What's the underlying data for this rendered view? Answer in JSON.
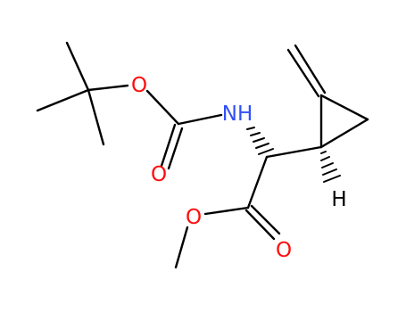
{
  "molecule": {
    "atoms": [
      {
        "id": "O_ether_boc",
        "symbol": "O",
        "color": "#ff0d0d"
      },
      {
        "id": "N_amide",
        "symbol": "NH",
        "color": "#3050f8"
      },
      {
        "id": "O_carbonyl_boc",
        "symbol": "O",
        "color": "#ff0d0d"
      },
      {
        "id": "O_ether_ester",
        "symbol": "O",
        "color": "#ff0d0d"
      },
      {
        "id": "O_carbonyl_ester",
        "symbol": "O",
        "color": "#ff0d0d"
      },
      {
        "id": "H_stereo",
        "symbol": "H",
        "color": "#000000"
      }
    ]
  }
}
